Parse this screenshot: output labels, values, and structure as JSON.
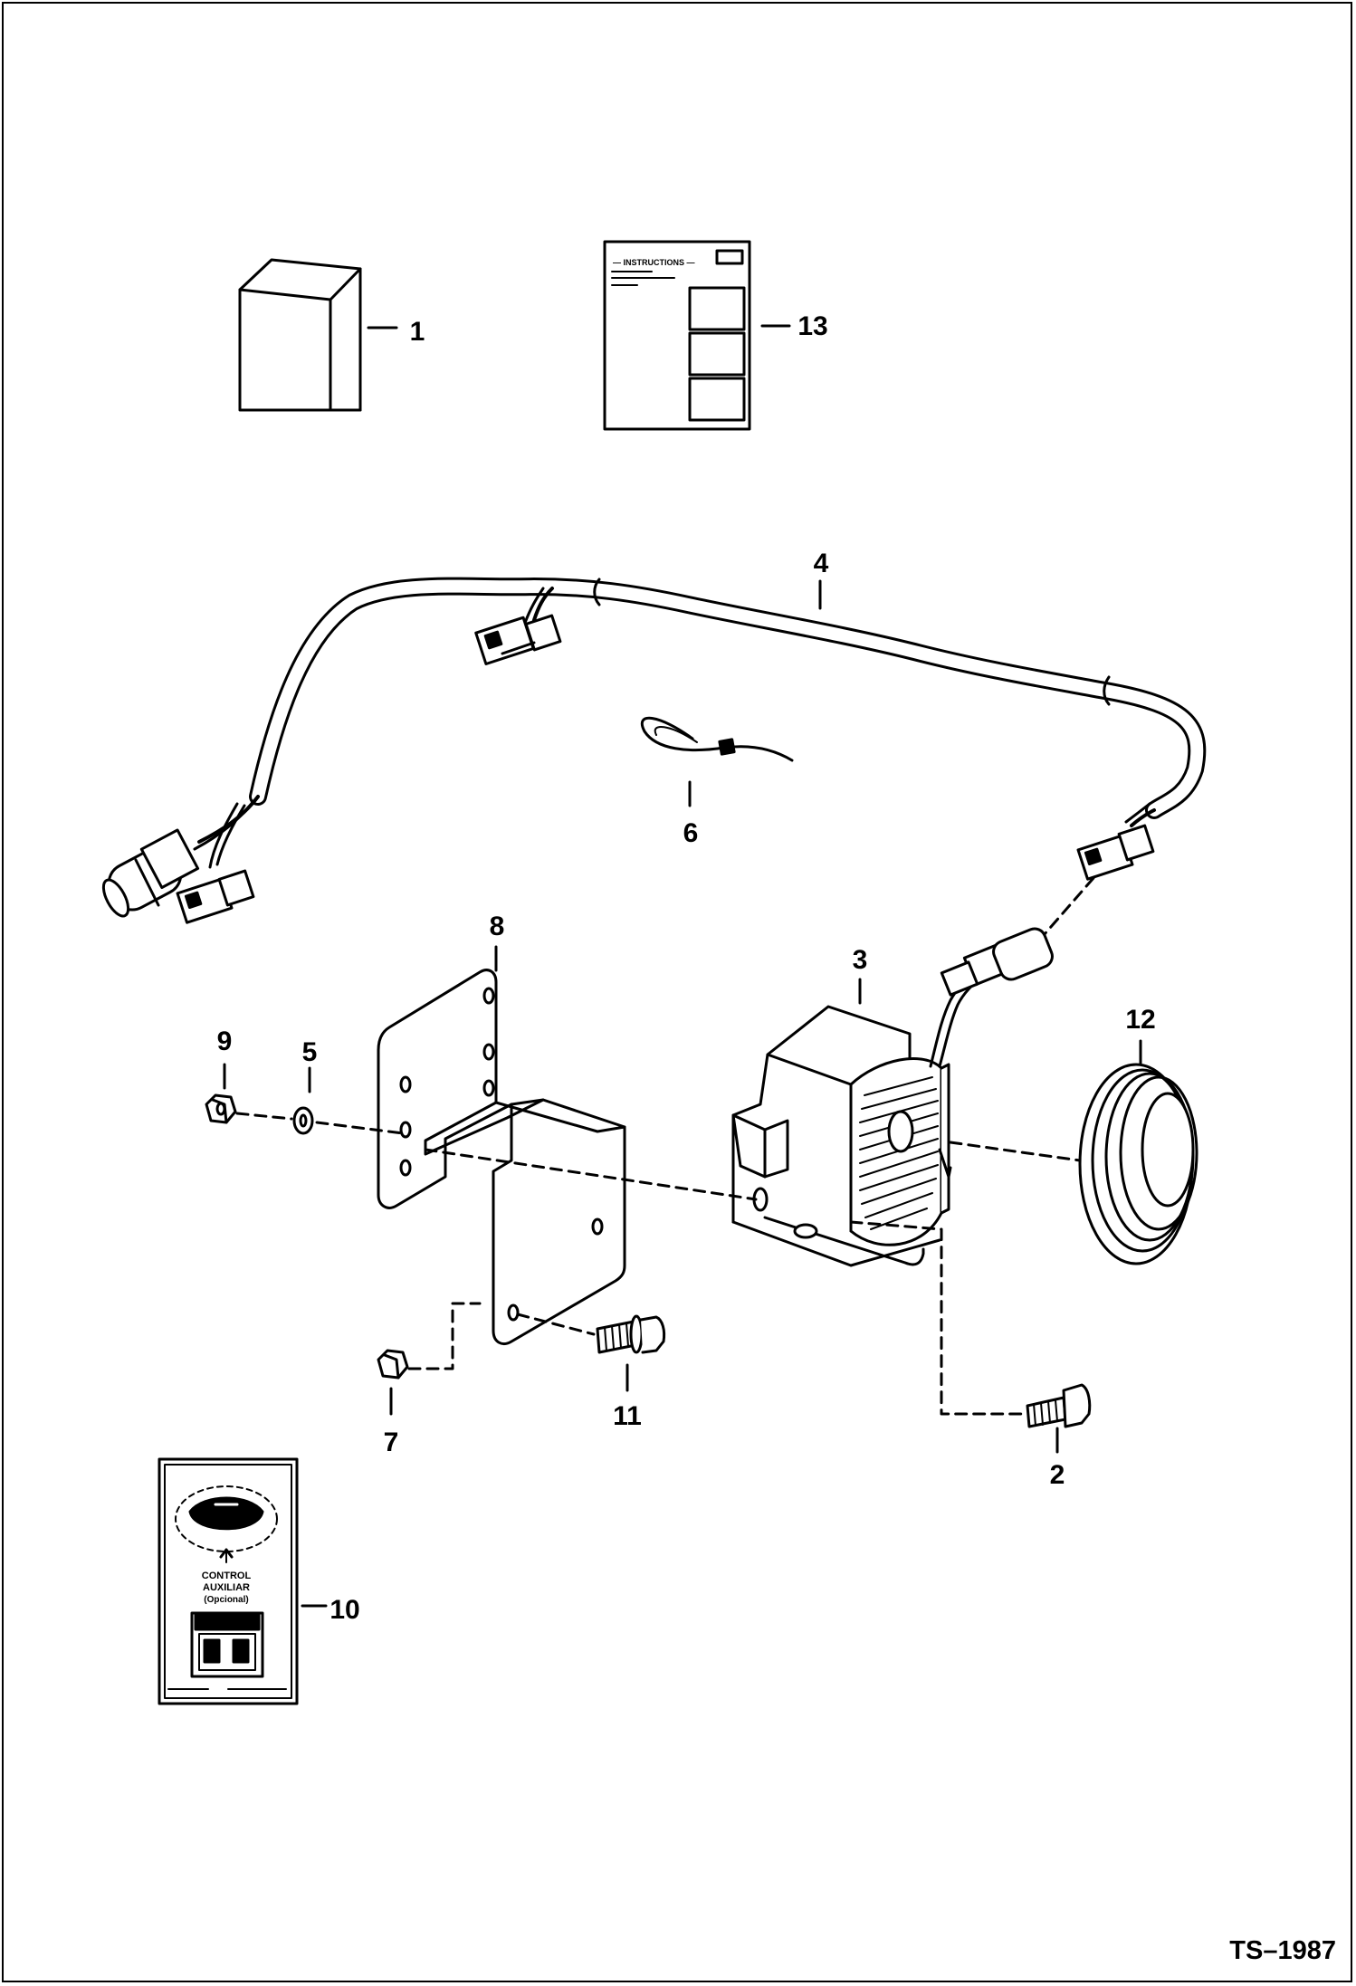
{
  "figure_id": "TS–1987",
  "callouts": {
    "c1": "1",
    "c2": "2",
    "c3": "3",
    "c4": "4",
    "c5": "5",
    "c6": "6",
    "c7": "7",
    "c8": "8",
    "c9": "9",
    "c10": "10",
    "c11": "11",
    "c12": "12",
    "c13": "13"
  },
  "instructions_sheet": {
    "header": "— INSTRUCTIONS —"
  },
  "decal": {
    "line1": "CONTROL",
    "line2": "AUXILIAR",
    "line3": "(Opcional)"
  },
  "colors": {
    "ink": "#000000",
    "paper": "#ffffff",
    "hatch": "#555555"
  }
}
